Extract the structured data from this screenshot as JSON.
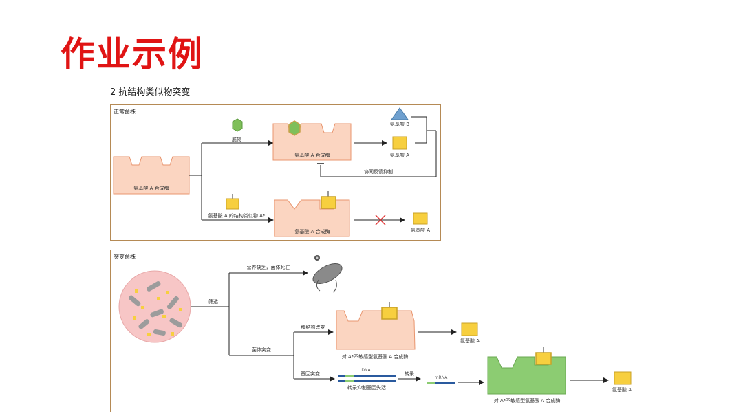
{
  "page": {
    "title": "作业示例",
    "subtitle": "2 抗结构类似物突变"
  },
  "panel_normal": {
    "label": "正常菌株",
    "enzyme_label": "氨基酸 A 合成酶",
    "branch_top_label": "底物",
    "branch_bottom_label": "氨基酸 A 的结构类似物 A*",
    "enzyme_top_label": "氨基酸 A 合成酶",
    "enzyme_bottom_label": "氨基酸 A 合成酶",
    "product_b": "氨基酸 B",
    "product_a_top": "氨基酸 A",
    "product_a_bottom": "氨基酸 A",
    "feedback_label": "协同反馈抑制"
  },
  "panel_mutant": {
    "label": "突变菌株",
    "screen_label": "筛选",
    "death_label": "营养缺乏，菌体死亡",
    "mutation_label": "菌体突变",
    "structure_change_label": "酶结构改变",
    "gene_mutation_label": "基因突变",
    "enzyme_insensitive_1": "对 A*不敏感型氨基酸 A 合成酶",
    "enzyme_insensitive_2": "对 A*不敏感型氨基酸 A 合成酶",
    "product_a_1": "氨基酸 A",
    "product_a_2": "氨基酸 A",
    "dna_label": "DNA",
    "dna_caption": "转录抑制基因失活",
    "transcription_label": "转录",
    "mrna_label": "mRNA"
  },
  "colors": {
    "title": "#e01414",
    "panel_border": "#b58a55",
    "enzyme_fill": "#fbd5c1",
    "enzyme_stroke": "#e8956e",
    "hexagon": "#7fbf5a",
    "square": "#f7cf3f",
    "triangle": "#6fa0cf",
    "green_enzyme": "#8ccc72",
    "cross": "#e23b3b"
  }
}
